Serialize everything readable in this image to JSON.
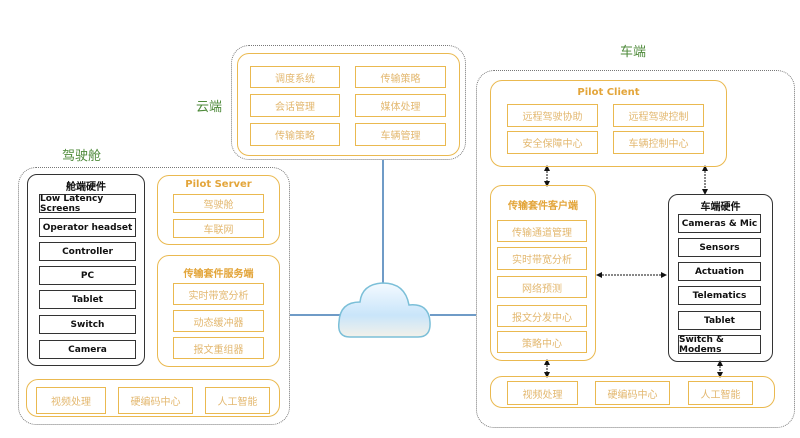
{
  "cloud": {
    "label": "云端",
    "items": [
      "调度系统",
      "传输策略",
      "会话管理",
      "媒体处理",
      "传输策略",
      "车辆管理"
    ]
  },
  "cockpit": {
    "label": "驾驶舱",
    "hardware": {
      "title": "舱端硬件",
      "items": [
        "Low Latency Screens",
        "Operator headset",
        "Controller",
        "PC",
        "Tablet",
        "Switch",
        "Camera"
      ]
    },
    "pilot_server": {
      "title": "Pilot Server",
      "items": [
        "驾驶舱",
        "车联网"
      ]
    },
    "transport_server": {
      "title": "传输套件服务端",
      "items": [
        "实时带宽分析",
        "动态缓冲器",
        "报文重组器"
      ]
    },
    "bottom": [
      "视频处理",
      "硬编码中心",
      "人工智能"
    ]
  },
  "vehicle": {
    "label": "车端",
    "pilot_client": {
      "title": "Pilot Client",
      "items": [
        "远程驾驶协助",
        "远程驾驶控制",
        "安全保障中心",
        "车辆控制中心"
      ]
    },
    "transport_client": {
      "title": "传输套件客户端",
      "items": [
        "传输通道管理",
        "实时带宽分析",
        "网络预测",
        "报文分发中心",
        "策略中心"
      ]
    },
    "hardware": {
      "title": "车端硬件",
      "items": [
        "Cameras & Mic",
        "Sensors",
        "Actuation",
        "Telematics",
        "Tablet",
        "Switch & Modems"
      ]
    },
    "bottom": [
      "视频处理",
      "硬编码中心",
      "人工智能"
    ]
  },
  "colors": {
    "orange": "#eab950",
    "green": "#4e8a3a",
    "link": "#6f9bc7"
  }
}
